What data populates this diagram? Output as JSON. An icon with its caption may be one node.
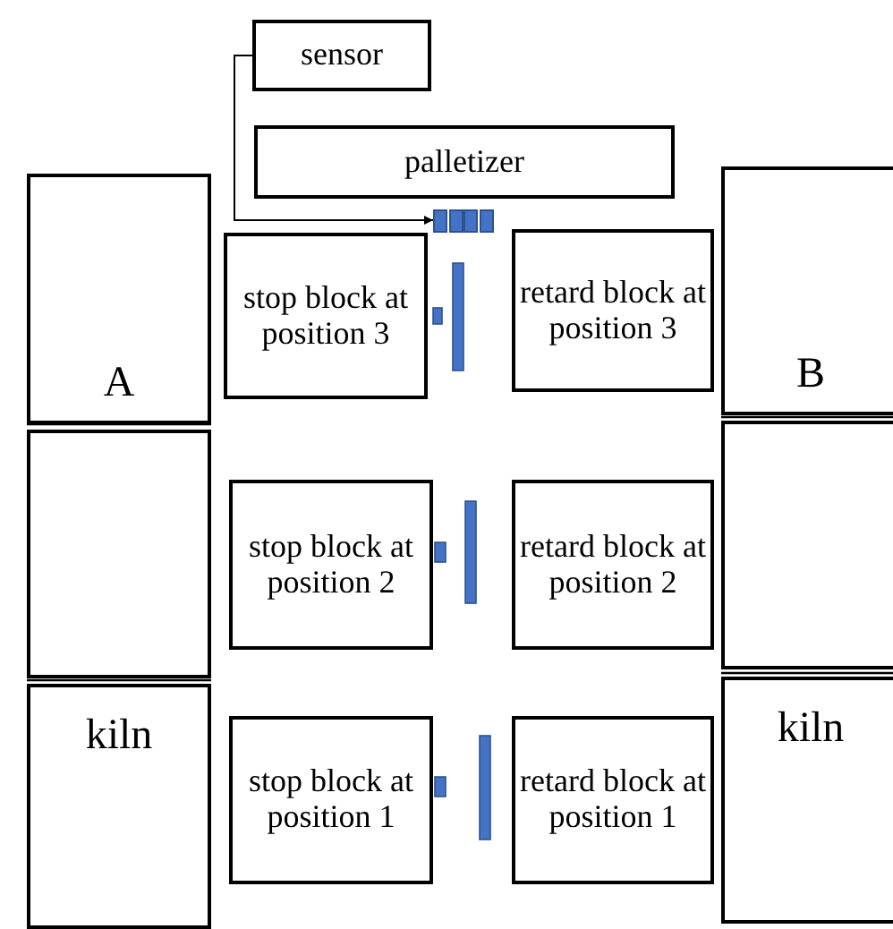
{
  "diagram": {
    "nodes": [
      {
        "text": [
          "sensor"
        ]
      },
      {
        "text": [
          "palletizer"
        ]
      },
      {
        "text": [],
        "shape": "bar"
      },
      {
        "text": [
          "A"
        ]
      },
      {
        "text": [
          "stop block at position 3"
        ]
      },
      {
        "text": [
          "retard block at position 3"
        ]
      },
      {
        "text": [
          "B"
        ]
      },
      {
        "text": [],
        "shape": "box"
      },
      {
        "text": [
          "stop block at position 2"
        ]
      },
      {
        "text": [
          "retard block at position 2"
        ]
      },
      {
        "text": [],
        "shape": "box"
      },
      {
        "text": [
          "kiln"
        ]
      },
      {
        "text": [
          "stop block at position 1"
        ]
      },
      {
        "text": [
          "retard block at position 1"
        ]
      },
      {
        "text": [
          "kiln"
        ]
      }
    ],
    "edges": [
      {
        "from": 0,
        "to": 2,
        "arrow": "to"
      }
    ]
  }
}
